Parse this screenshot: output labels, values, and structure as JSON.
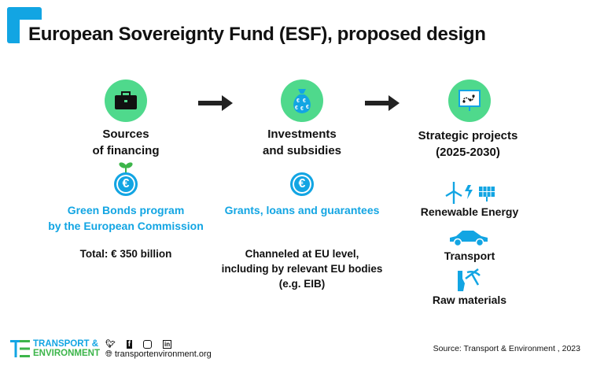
{
  "title": "European Sovereignty Fund (ESF), proposed design",
  "columns": [
    {
      "heading_line1": "Sources",
      "heading_line2": "of financing",
      "icon": "briefcase-icon",
      "highlight_line1": "Green Bonds program",
      "highlight_line2": "by the European Commission",
      "detail": "Total:  € 350 billion"
    },
    {
      "heading_line1": "Investments",
      "heading_line2": "and subsidies",
      "icon": "money-bag-icon",
      "highlight_line1": "Grants, loans and guarantees",
      "detail_line1": "Channeled at EU level,",
      "detail_line2": "including by relevant EU bodies",
      "detail_line3": "(e.g. EIB)"
    },
    {
      "heading_line1": "Strategic projects",
      "heading_line2": "(2025-2030)",
      "icon": "presentation-board-icon",
      "items": [
        "Renewable Energy",
        "Transport",
        "Raw materials"
      ]
    }
  ],
  "euro_symbol": "€",
  "footer": {
    "logo_line1": "TRANSPORT &",
    "logo_line2": "ENVIRONMENT",
    "website": "transportenvironment.org",
    "source": "Source: Transport & Environment , 2023"
  },
  "colors": {
    "accent": "#12a5e3",
    "green": "#4fd98c",
    "logo_green": "#3cb54a"
  }
}
